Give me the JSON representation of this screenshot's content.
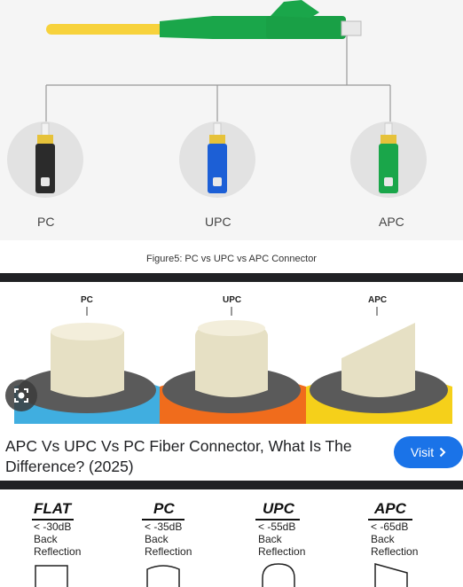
{
  "figure1": {
    "labels": [
      "PC",
      "UPC",
      "APC"
    ],
    "caption": "Figure5: PC vs UPC vs APC Connector"
  },
  "figure2": {
    "labels": [
      "PC",
      "UPC",
      "APC"
    ]
  },
  "result": {
    "title": "APC Vs UPC Vs PC Fiber Connector, What Is The Difference? (2025)",
    "visit_label": "Visit",
    "visit_icon": "chevron-right-icon",
    "lens_icon": "lens-search-icon"
  },
  "figure3": {
    "columns": [
      {
        "title": "FLAT",
        "db": "< -30dB",
        "back": "Back",
        "reflection": "Reflection"
      },
      {
        "title": "PC",
        "db": "< -35dB",
        "back": "Back",
        "reflection": "Reflection"
      },
      {
        "title": "UPC",
        "db": "< -55dB",
        "back": "Back",
        "reflection": "Reflection"
      },
      {
        "title": "APC",
        "db": "< -65dB",
        "back": "Back",
        "reflection": "Reflection"
      }
    ]
  },
  "colors": {
    "pc": "#2b2b2b",
    "upc": "#1c5fd6",
    "apc": "#1aa64a",
    "cable": "#f7d23c",
    "visit": "#1a73e8"
  }
}
